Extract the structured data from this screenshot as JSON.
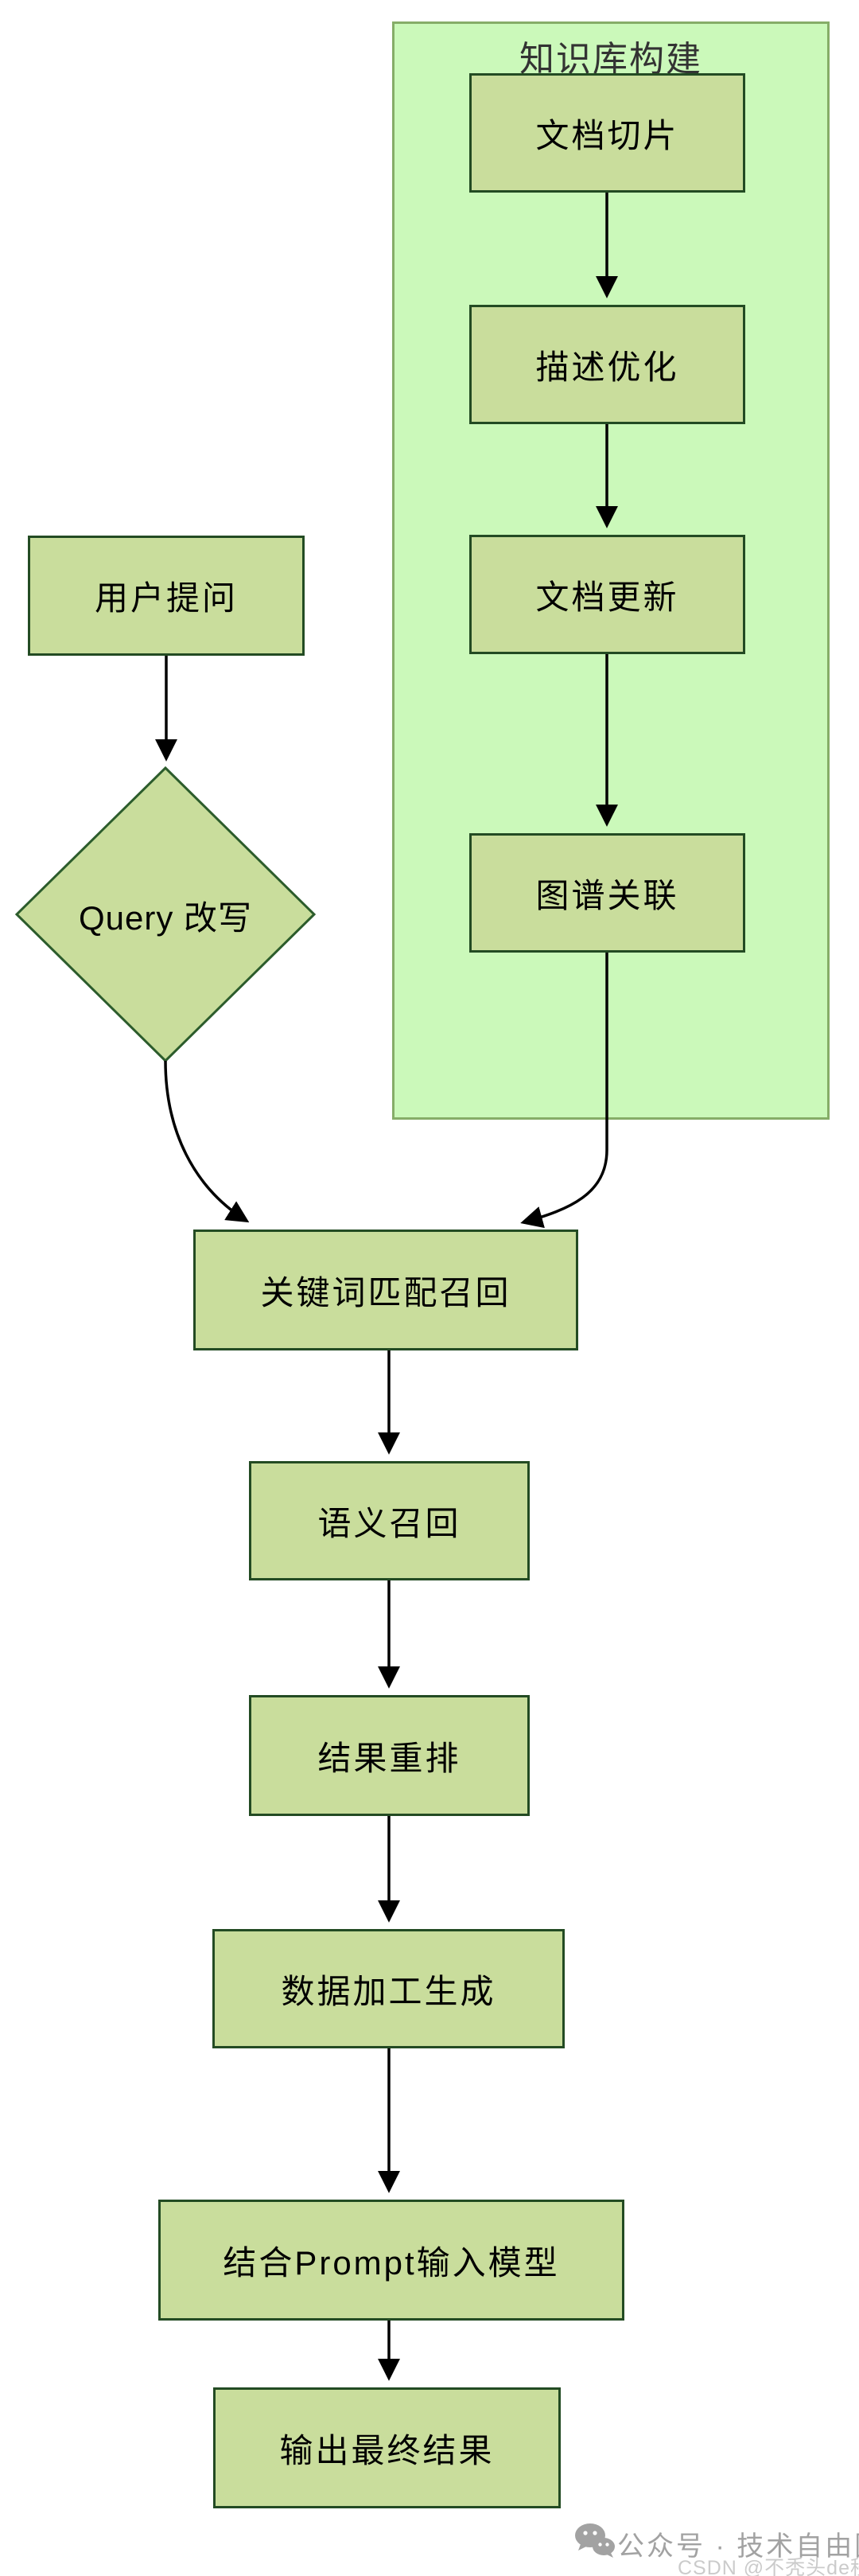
{
  "flow": {
    "kb_title": "知识库构建",
    "doc_slice": "文档切片",
    "desc_opt": "描述优化",
    "doc_update": "文档更新",
    "graph_link": "图谱关联",
    "user_question": "用户提问",
    "query_rewrite": "Query 改写",
    "keyword_recall": "关键词匹配召回",
    "semantic_recall": "语义召回",
    "rerank": "结果重排",
    "data_process": "数据加工生成",
    "prompt_input": "结合Prompt输入模型",
    "final_output": "输出最终结果"
  },
  "edges": [
    "doc_slice->desc_opt",
    "desc_opt->doc_update",
    "doc_update->graph_link",
    "user_question->query_rewrite",
    "query_rewrite->keyword_recall",
    "graph_link->keyword_recall",
    "keyword_recall->semantic_recall",
    "semantic_recall->rerank",
    "rerank->data_process",
    "data_process->prompt_input",
    "prompt_input->final_output"
  ],
  "colors": {
    "background": "#ffffff",
    "container_fill": "#cbf9ba",
    "container_border": "#86ad68",
    "node_fill": "#c9dd9c",
    "node_border": "#234b23",
    "arrow": "#000000",
    "title_text": "#333333",
    "node_text": "#000000",
    "watermark_gray": "#a2a2a2",
    "watermark_light": "#cbcbcb"
  },
  "watermark": {
    "icon": "wechat-icon",
    "line1": "公众号 · 技术自由圈",
    "line2": "CSDN @不秃头de程序猿"
  }
}
